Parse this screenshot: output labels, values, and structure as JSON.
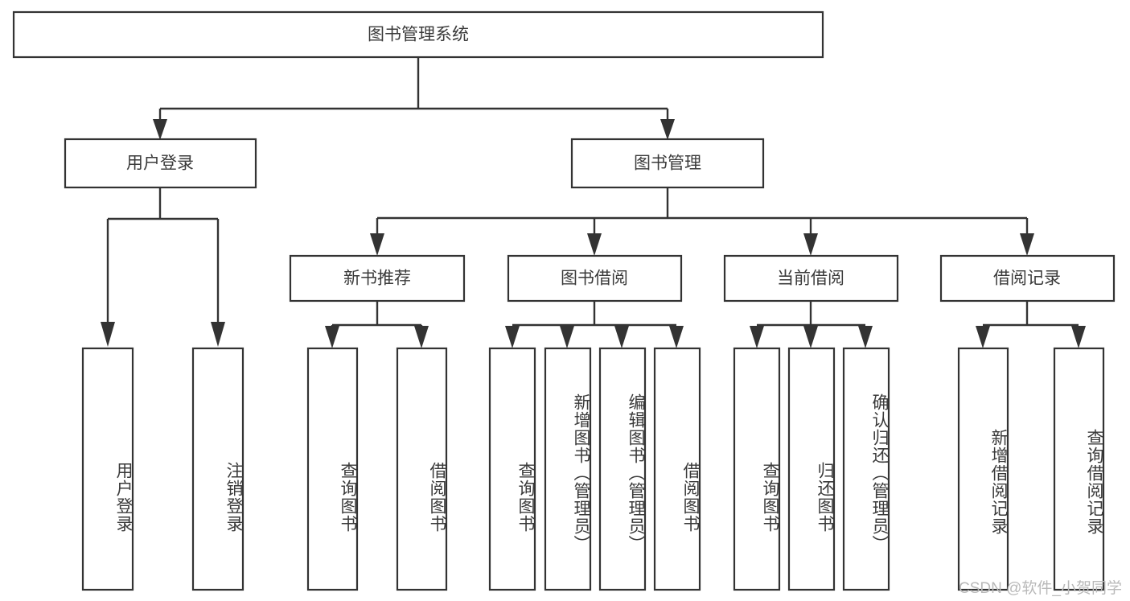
{
  "diagram": {
    "title": "图书管理系统",
    "type": "功能结构图",
    "watermark": "CSDN @软件_小贺同学",
    "colors": {
      "background": "#ffffff",
      "box_stroke": "#333333",
      "connector": "#333333",
      "text": "#3a3a3a",
      "watermark": "#b9b9b9"
    },
    "root": {
      "label": "图书管理系统",
      "orientation": "horizontal"
    },
    "level2": [
      {
        "label": "用户登录",
        "orientation": "horizontal"
      },
      {
        "label": "图书管理",
        "orientation": "horizontal"
      }
    ],
    "level3": [
      {
        "label": "新书推荐",
        "orientation": "horizontal",
        "parent": "图书管理"
      },
      {
        "label": "图书借阅",
        "orientation": "horizontal",
        "parent": "图书管理"
      },
      {
        "label": "当前借阅",
        "orientation": "horizontal",
        "parent": "图书管理"
      },
      {
        "label": "借阅记录",
        "orientation": "horizontal",
        "parent": "图书管理"
      }
    ],
    "leaves": {
      "用户登录": [
        {
          "label": "用户登录",
          "orientation": "vertical"
        },
        {
          "label": "注销登录",
          "orientation": "vertical"
        }
      ],
      "新书推荐": [
        {
          "label": "查询图书",
          "orientation": "vertical"
        },
        {
          "label": "借阅图书",
          "orientation": "vertical"
        }
      ],
      "图书借阅": [
        {
          "label": "查询图书",
          "orientation": "vertical"
        },
        {
          "label": "新增图书（管理员）",
          "orientation": "vertical"
        },
        {
          "label": "编辑图书（管理员）",
          "orientation": "vertical"
        },
        {
          "label": "借阅图书",
          "orientation": "vertical"
        }
      ],
      "当前借阅": [
        {
          "label": "查询图书",
          "orientation": "vertical"
        },
        {
          "label": "归还图书",
          "orientation": "vertical"
        },
        {
          "label": "确认归还（管理员）",
          "orientation": "vertical"
        }
      ],
      "借阅记录": [
        {
          "label": "新增借阅记录",
          "orientation": "vertical"
        },
        {
          "label": "查询借阅记录",
          "orientation": "vertical"
        }
      ]
    }
  }
}
